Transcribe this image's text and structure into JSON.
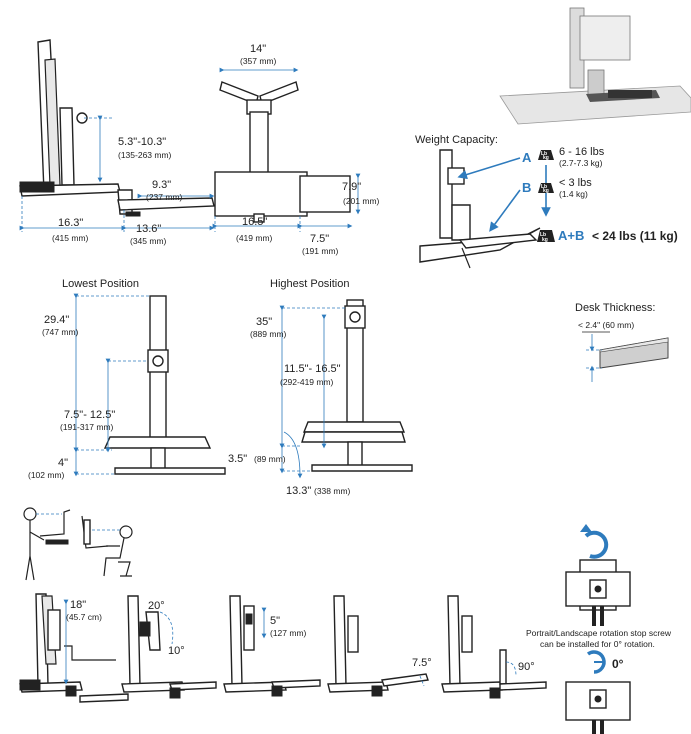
{
  "side_profile": {
    "monitor_height": {
      "in": "5.3\"-10.3\"",
      "mm": "(135-263 mm)"
    },
    "depth": {
      "in": "16.3\"",
      "mm": "(415 mm)"
    },
    "keyboard_tray_depth": {
      "in": "9.3\"",
      "mm": "(237 mm)"
    },
    "keyboard_tray_offset": {
      "in": "13.6\"",
      "mm": "(345 mm)"
    }
  },
  "front_profile": {
    "monitor_width": {
      "in": "14\"",
      "mm": "(357 mm)"
    },
    "base_height": {
      "in": "7.9\"",
      "mm": "(201 mm)"
    },
    "base_width": {
      "in": "16.5\"",
      "mm": "(419 mm)"
    },
    "tray_extension": {
      "in": "7.5\"",
      "mm": "(191 mm)"
    }
  },
  "weight_capacity": {
    "title": "Weight Capacity:",
    "label_a": "A",
    "label_b": "B",
    "a_weight": "6 - 16 lbs",
    "a_metric": "(2.7-7.3 kg)",
    "b_weight": "< 3 lbs",
    "b_metric": "(1.4 kg)",
    "total_label": "A+B",
    "total_weight": "< 24 lbs (11 kg)",
    "weight_icon_top": "Lb",
    "weight_icon_bottom": "kg"
  },
  "lowest_position": {
    "title": "Lowest Position",
    "height": {
      "in": "29.4\"",
      "mm": "(747 mm)"
    },
    "range": {
      "in": "7.5\"- 12.5\"",
      "mm": "(191-317 mm)"
    },
    "base": {
      "in": "4\"",
      "mm": "(102 mm)"
    }
  },
  "highest_position": {
    "title": "Highest Position",
    "height": {
      "in": "35\"",
      "mm": "(889 mm)"
    },
    "range": {
      "in": "11.5\"- 16.5\"",
      "mm": "(292-419 mm)"
    },
    "base": {
      "in": "3.5\"",
      "mm": "(89 mm)"
    },
    "reach": {
      "in": "13.3\"",
      "mm": "(338 mm)"
    }
  },
  "desk_thickness": {
    "title": "Desk Thickness:",
    "value": "< 2.4\" (60 mm)"
  },
  "motion": {
    "lift": {
      "in": "18\"",
      "mm": "(45.7 cm)"
    },
    "tilt_up": "20°",
    "tilt_down": "10°",
    "monitor_lift": {
      "in": "5\"",
      "mm": "(127 mm)"
    },
    "tray_tilt": "7.5°",
    "tray_fold": "90°"
  },
  "rotation": {
    "note_line1": "Portrait/Landscape rotation stop screw",
    "note_line2": "can be installed for 0° rotation.",
    "angle": "0°"
  }
}
